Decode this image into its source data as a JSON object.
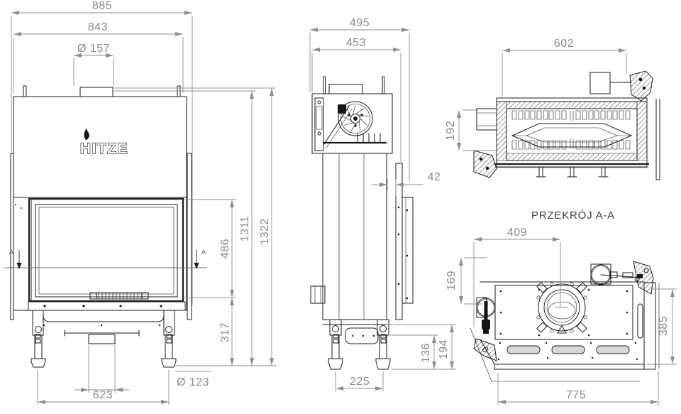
{
  "drawing": {
    "brand": "HITZE",
    "section_title": "PRZEKRÓJ A-A",
    "section_marker": "A",
    "colors": {
      "line": "#1b1b1b",
      "dimension": "#8a8a8a",
      "background": "#ffffff"
    },
    "front": {
      "overall_width": "885",
      "body_width": "843",
      "flue_diameter": "Ø 157",
      "glass_height": "486",
      "flue_height": "1311",
      "total_height": "1322",
      "base_height": "317",
      "intake_diameter": "Ø 123",
      "leg_spacing": "623"
    },
    "side": {
      "overall_depth": "495",
      "body_depth": "453",
      "rear_offset": "42",
      "base_height": "194",
      "leg_height": "136",
      "leg_spacing": "225"
    },
    "top": {
      "opening_width": "602",
      "duct_depth": "192"
    },
    "section": {
      "flue_offset_x": "409",
      "flue_offset_y": "169",
      "body_depth": "385",
      "base_width": "775"
    }
  }
}
